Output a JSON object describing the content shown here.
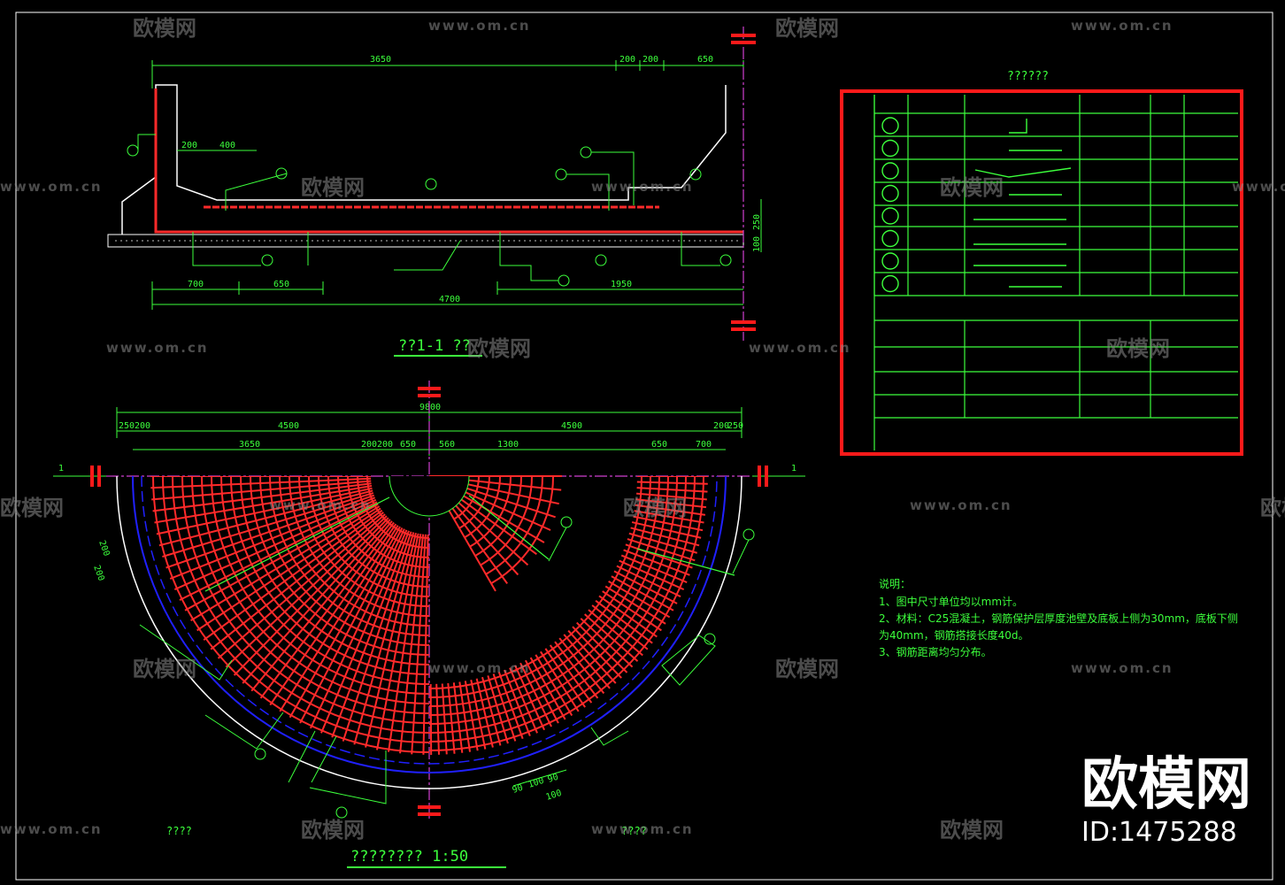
{
  "section_view": {
    "top_dims": [
      "3650",
      "200",
      "200",
      "650"
    ],
    "inner_dims": [
      "200",
      "400"
    ],
    "side_dims": [
      "100",
      "250"
    ],
    "bottom_dims": [
      "700",
      "650",
      "1950"
    ],
    "total_dim": "4700",
    "title": "??1-1 ??"
  },
  "plan_view": {
    "total_dim": "9800",
    "half_dims": [
      "4500",
      "4500"
    ],
    "left_edge_dims": [
      "250",
      "200"
    ],
    "right_edge_dims": [
      "200",
      "250"
    ],
    "row_dims": [
      "3650",
      "200",
      "200",
      "650",
      "560",
      "1300",
      "650",
      "700"
    ],
    "section_mark": "1",
    "bottom_dims": [
      "90",
      "100",
      "90"
    ],
    "bottom_sub_dim": "100",
    "caption_left": "????",
    "caption_mid": "????",
    "title": "???????? 1:50"
  },
  "table": {
    "title": "??????",
    "rows": 8
  },
  "notes": {
    "heading": "说明：",
    "lines": [
      "1、图中尺寸单位均以mm计。",
      "2、材料：C25混凝土，钢筋保护层厚度池壁及底板上侧为30mm，底板下侧",
      "为40mm，钢筋搭接长度40d。",
      "3、钢筋距离均匀分布。"
    ]
  },
  "watermark": {
    "brand": "欧模网",
    "url": "www.om.cn",
    "id_label": "ID:1475288"
  },
  "colors": {
    "background": "#000000",
    "line_green": "#3cff3c",
    "rebar_red": "#ff2a2a",
    "frame_red": "#ff1a1a",
    "blue": "#2020ff",
    "axis_magenta": "#d040d0",
    "concrete_white": "#ffffff"
  }
}
